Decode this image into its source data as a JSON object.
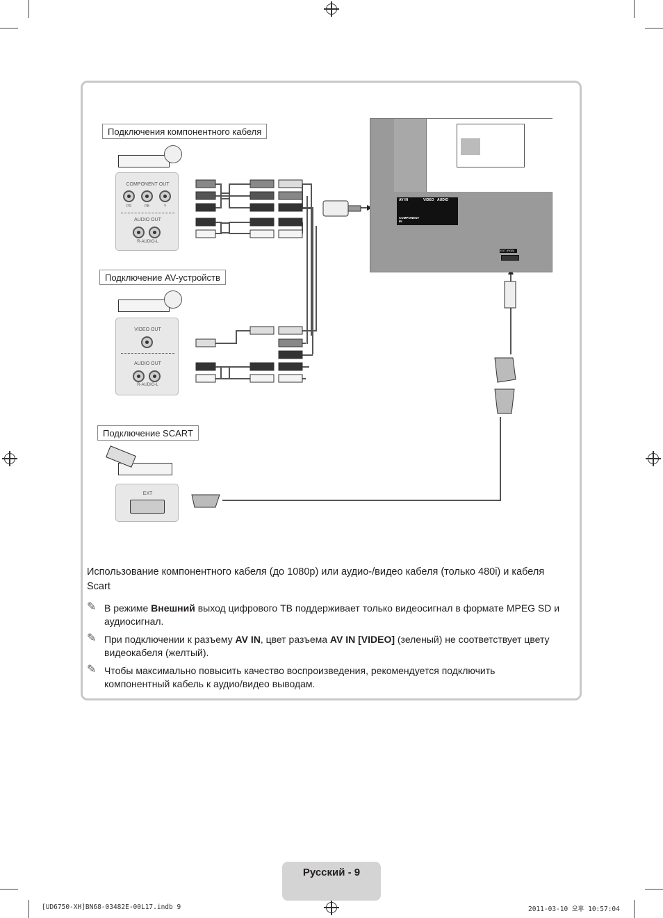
{
  "diagram": {
    "section_component": "Подключения компонентного кабеля",
    "section_av": "Подключение AV-устройств",
    "section_scart": "Подключение SCART",
    "panel_component": {
      "title": "COMPONENT OUT",
      "jack_labels": [
        "PR",
        "PB",
        "Y"
      ],
      "audio_title": "AUDIO OUT",
      "audio_sub": "R-AUDIO-L"
    },
    "panel_av": {
      "title": "VIDEO OUT",
      "audio_title": "AUDIO OUT",
      "audio_sub": "R-AUDIO-L"
    },
    "panel_scart": {
      "title": "EXT"
    },
    "tv_labels": {
      "av_in": "AV IN",
      "video": "VIDEO",
      "audio": "AUDIO",
      "component_in": "COMPONENT IN",
      "ext": "EXT (RGB)"
    }
  },
  "heading": "Использование компонентного кабеля (до 1080p) или аудио-/видео кабеля (только 480i) и кабеля Scart",
  "notes": [
    {
      "pre": "В режиме ",
      "bold1": "Внешний",
      "mid": " выход цифрового ТВ поддерживает только видеосигнал в формате MPEG SD и аудиосигнал.",
      "bold2": "",
      "post": ""
    },
    {
      "pre": "При подключении к разъему ",
      "bold1": "AV IN",
      "mid": ", цвет разъема ",
      "bold2": "AV IN [VIDEO]",
      "post": " (зеленый) не соответствует цвету видеокабеля (желтый)."
    },
    {
      "pre": "Чтобы максимально повысить качество воспроизведения, рекомендуется подключить компонентный кабель к аудио/видео выводам.",
      "bold1": "",
      "mid": "",
      "bold2": "",
      "post": ""
    }
  ],
  "footer": {
    "page_label": "Русский - 9",
    "slug_left": "[UD6750-XH]BN68-03482E-00L17.indb   9",
    "slug_right": "2011-03-10   오후 10:57:04"
  }
}
